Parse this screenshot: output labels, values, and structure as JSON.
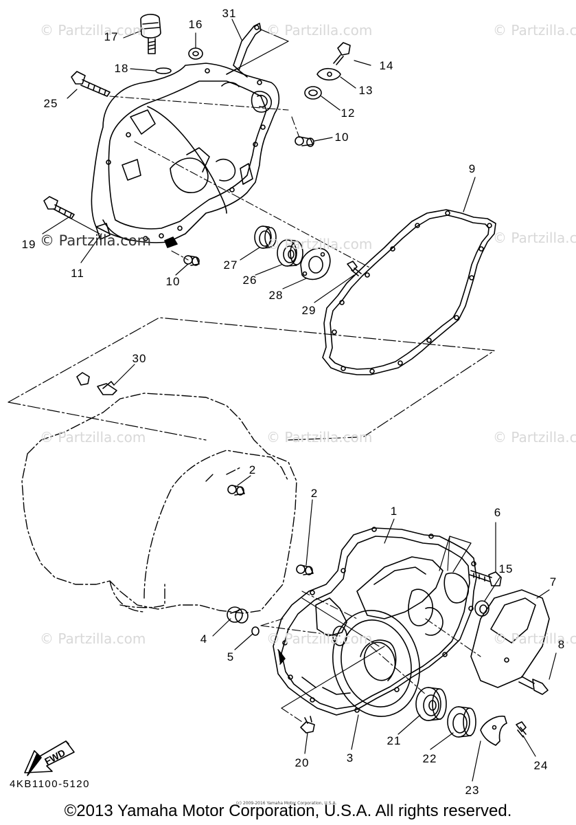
{
  "watermark_text": "© Partzilla.com",
  "part_numbers": [
    "1",
    "2",
    "2",
    "3",
    "4",
    "5",
    "6",
    "7",
    "8",
    "9",
    "10",
    "10",
    "11",
    "12",
    "13",
    "14",
    "15",
    "16",
    "17",
    "18",
    "19",
    "20",
    "21",
    "22",
    "23",
    "24",
    "25",
    "26",
    "27",
    "28",
    "29",
    "30",
    "31"
  ],
  "figure_code": "4KB1100-5120",
  "fine_print": "(c) 2009-2016 Yamaha Motor Corporation, U.S.A.",
  "fwd_label": "FWD",
  "copyright": "©2013 Yamaha Motor Corporation, U.S.A. All rights reserved."
}
